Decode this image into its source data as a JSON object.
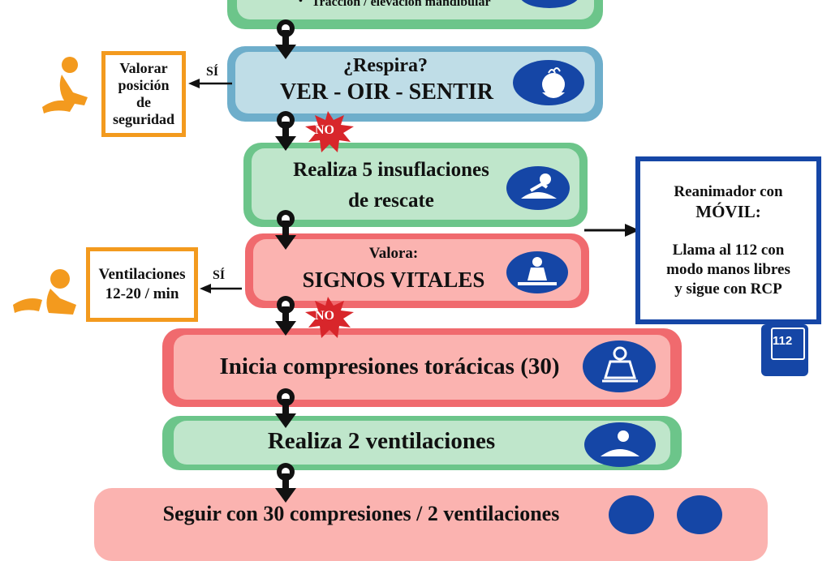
{
  "top_box": {
    "bullet": "•",
    "text": "Tracción / elevación mandibular"
  },
  "respira": {
    "question": "¿Respira?",
    "main": "VER - OIR - SENTIR"
  },
  "insuflaciones": {
    "line1": "Realiza 5 insuflaciones",
    "line2": "de rescate"
  },
  "signos": {
    "line1": "Valora:",
    "line2": "SIGNOS VITALES"
  },
  "compresiones": {
    "text": "Inicia compresiones torácicas (30)"
  },
  "ventilaciones": {
    "text": "Realiza 2 ventilaciones"
  },
  "seguir": {
    "text": "Seguir con 30 compresiones / 2 ventilaciones"
  },
  "side_posicion": {
    "l1": "Valorar",
    "l2": "posición",
    "l3": "de",
    "l4": "seguridad"
  },
  "side_ventil": {
    "l1": "Ventilaciones",
    "l2": "12-20 / min"
  },
  "si_label_1": "SÍ",
  "si_label_2": "SÍ",
  "no_label_1": "NO",
  "no_label_2": "NO",
  "movil": {
    "l1": "Reanimador con",
    "l2": "MÓVIL:",
    "l3": "Llama al 112 con",
    "l4": "modo manos libres",
    "l5": "y sigue con RCP",
    "phone_number": "112"
  },
  "colors": {
    "green_outer": "#6cc58a",
    "green_inner": "#bfe6cb",
    "blue_outer": "#6eaecb",
    "blue_inner": "#bfdde7",
    "red_outer": "#f06a6e",
    "red_inner": "#fbb3b0",
    "orange": "#f39a1e",
    "navy": "#1546a6",
    "burst": "#d8262b"
  }
}
